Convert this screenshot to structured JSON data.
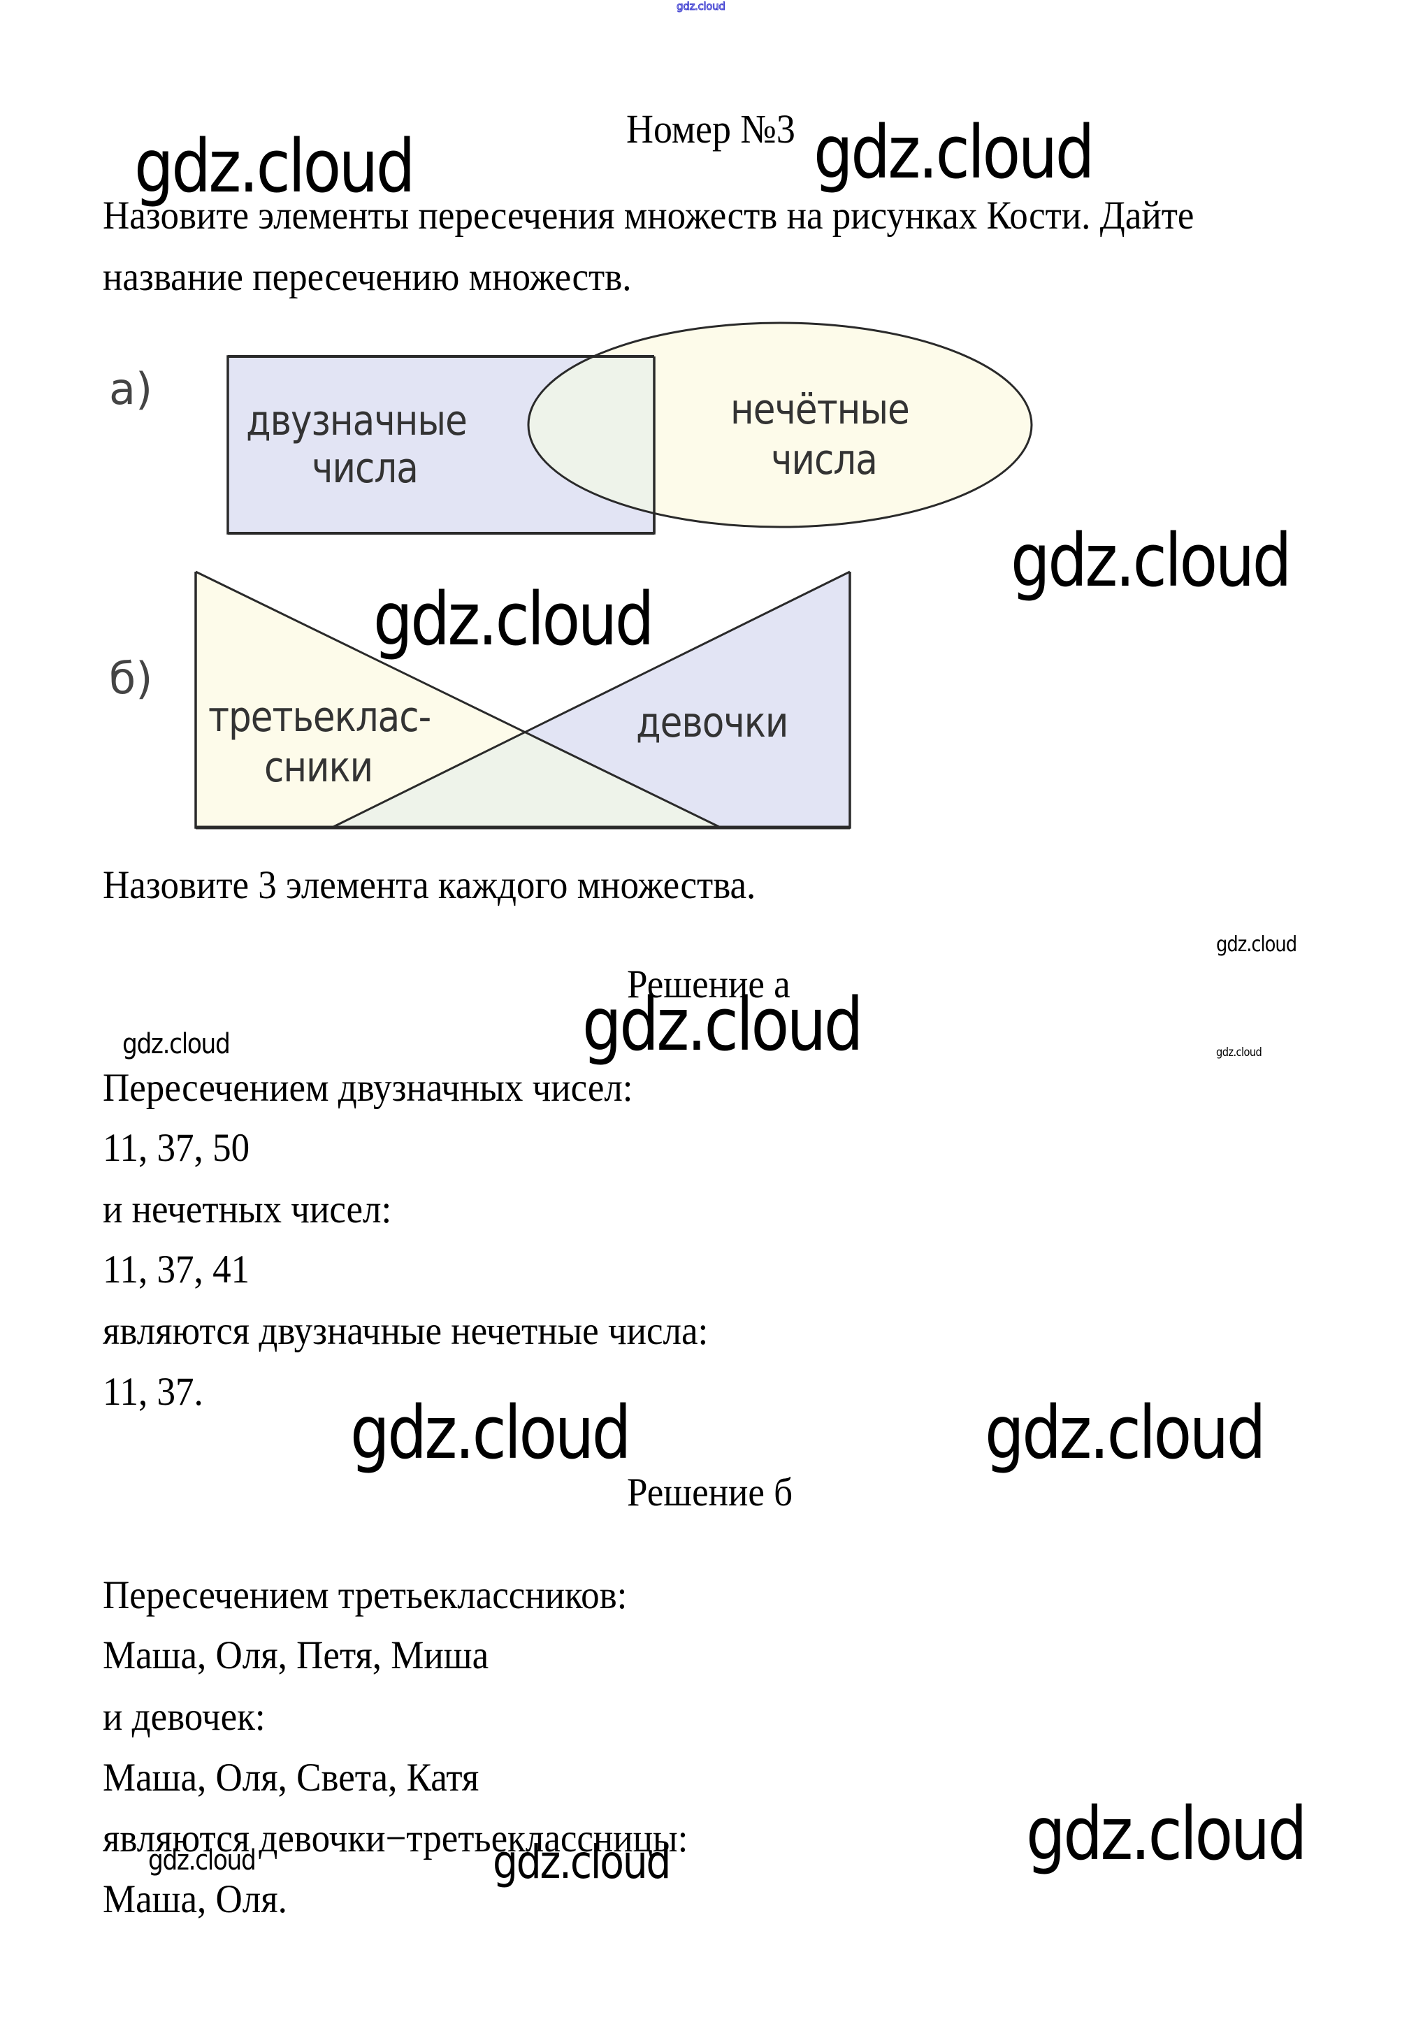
{
  "header": {
    "top_watermark": "gdz.cloud",
    "title": "Номер №3"
  },
  "task": {
    "line1": "Назовите элементы пересечения множеств на рисунках Кости. Дайте",
    "line2": "название пересечению множеств.",
    "line3": "Назовите 3 элемента каждого множества."
  },
  "diagram_a": {
    "label": "а)",
    "set1_line1": "двузначные",
    "set1_line2": "числа",
    "set2_line1": "нечётные",
    "set2_line2": "числа",
    "colors": {
      "set1_fill": "#e2e4f4",
      "set2_fill": "#fdfbea",
      "overlap_fill": "#eef3ea",
      "stroke": "#2a2a2a"
    }
  },
  "diagram_b": {
    "label": "б)",
    "set1_line1": "третьеклас-",
    "set1_line2": "сники",
    "set2_line1": "девочки",
    "colors": {
      "set1_fill": "#fdfbea",
      "set2_fill": "#e2e4f4",
      "overlap_fill": "#eef3ea",
      "stroke": "#2a2a2a"
    }
  },
  "solution_a": {
    "heading": "Решение а",
    "lines": [
      "Пересечением двузначных чисел:",
      "11, 37, 50",
      "и нечетных чисел:",
      "11, 37, 41",
      "являются двузначные нечетные числа:",
      "11, 37."
    ]
  },
  "solution_b": {
    "heading": "Решение б",
    "lines": [
      "Пересечением третьеклассников:",
      "Маша, Оля, Петя, Миша",
      "и девочек:",
      "Маша, Оля, Света, Катя",
      "являются девочки−третьеклассницы:",
      "Маша, Оля."
    ]
  },
  "watermarks": {
    "text": "gdz.cloud"
  }
}
